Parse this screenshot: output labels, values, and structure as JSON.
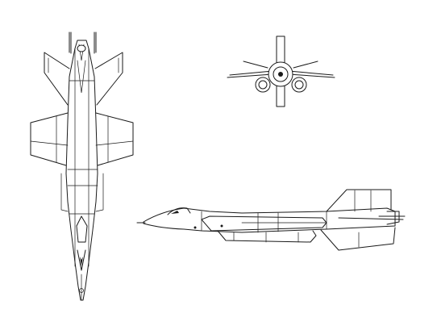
{
  "figure": {
    "kind": "three-view line drawing",
    "views": [
      {
        "id": "top-view"
      },
      {
        "id": "front-view"
      },
      {
        "id": "side-view"
      }
    ],
    "colors": {
      "background": "#ffffff",
      "line": "#1a1a1a"
    }
  }
}
